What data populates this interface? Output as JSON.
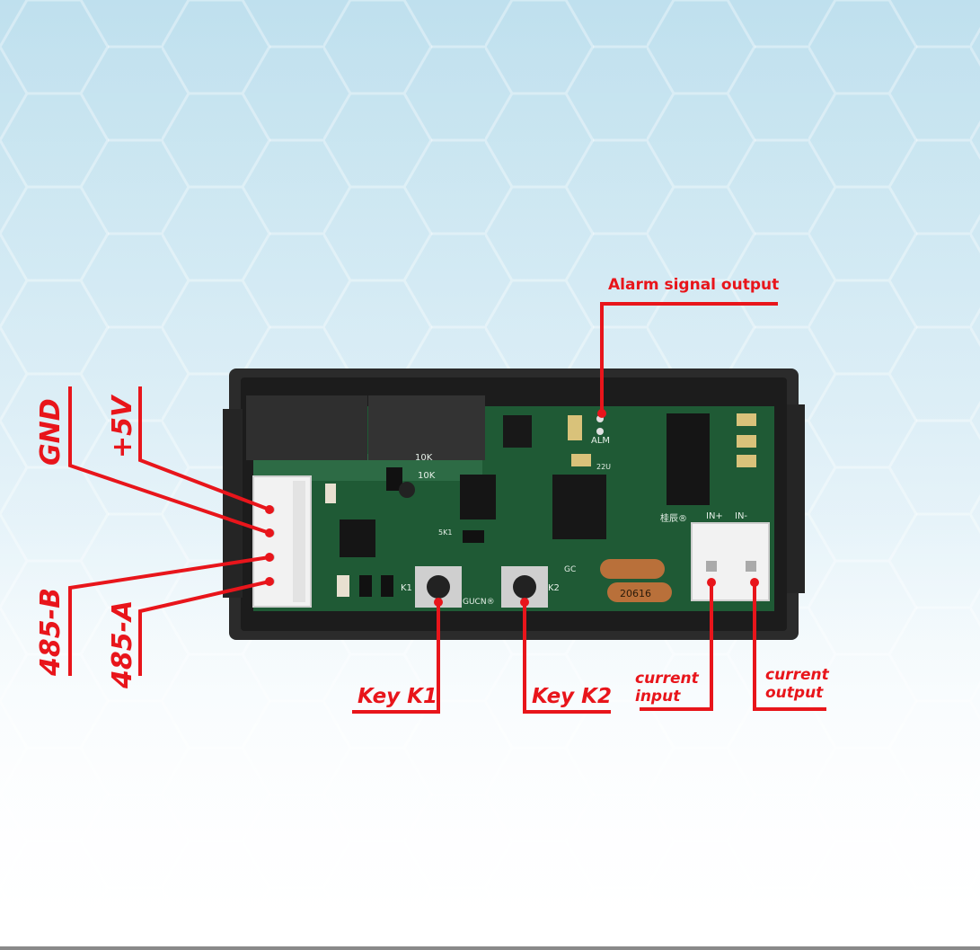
{
  "colors": {
    "callout": "#e8151b",
    "pcb": "#1f5a35",
    "pcb_dark": "#143f25",
    "case": "#2a2a2a",
    "connector": "#f2f2f2"
  },
  "labels": {
    "alarm": "Alarm signal output",
    "gnd": "GND",
    "plus5v": "+5V",
    "b485": "485-B",
    "a485": "485-A",
    "key_k1": "Key K1",
    "key_k2": "Key K2",
    "current_input_1": "current",
    "current_input_2": "input",
    "current_output_1": "current",
    "current_output_2": "output"
  },
  "silkscreen": {
    "alm": "ALM",
    "k1": "K1",
    "k2": "K2",
    "gucn": "GUCN®",
    "in_plus": "IN+",
    "in_minus": "IN-",
    "r10k_a": "10K",
    "r10k_b": "10K",
    "r5k1": "5K1",
    "brand": "桂辰®",
    "res_code": "20616",
    "r2u": "22U",
    "gc": "GC"
  }
}
